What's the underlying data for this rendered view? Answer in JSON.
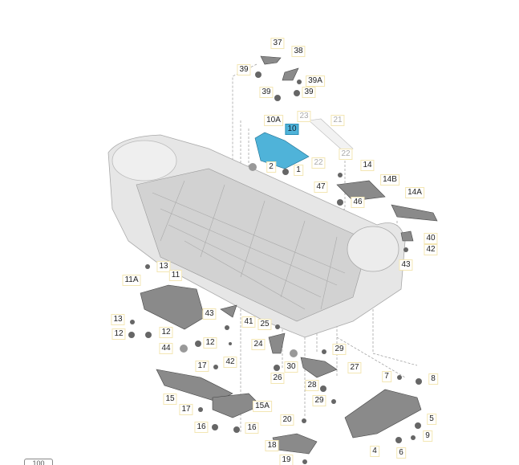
{
  "diagram": {
    "title": "Underbody protection parts",
    "highlight_color": "#4fb3d9",
    "callouts": [
      "37",
      "38",
      "39",
      "39A",
      "39",
      "39",
      "23",
      "21",
      "10A",
      "10",
      "22",
      "22",
      "2",
      "1",
      "14",
      "14B",
      "14A",
      "47",
      "46",
      "40",
      "42",
      "43",
      "29",
      "27",
      "28",
      "29",
      "7",
      "8",
      "5",
      "9",
      "4",
      "6",
      "20",
      "18",
      "19",
      "13",
      "11A",
      "11",
      "13",
      "12",
      "12",
      "43",
      "41",
      "25",
      "44",
      "12",
      "24",
      "42",
      "17",
      "26",
      "30",
      "15",
      "17",
      "15A",
      "16",
      "16"
    ],
    "page_ref": "100"
  }
}
